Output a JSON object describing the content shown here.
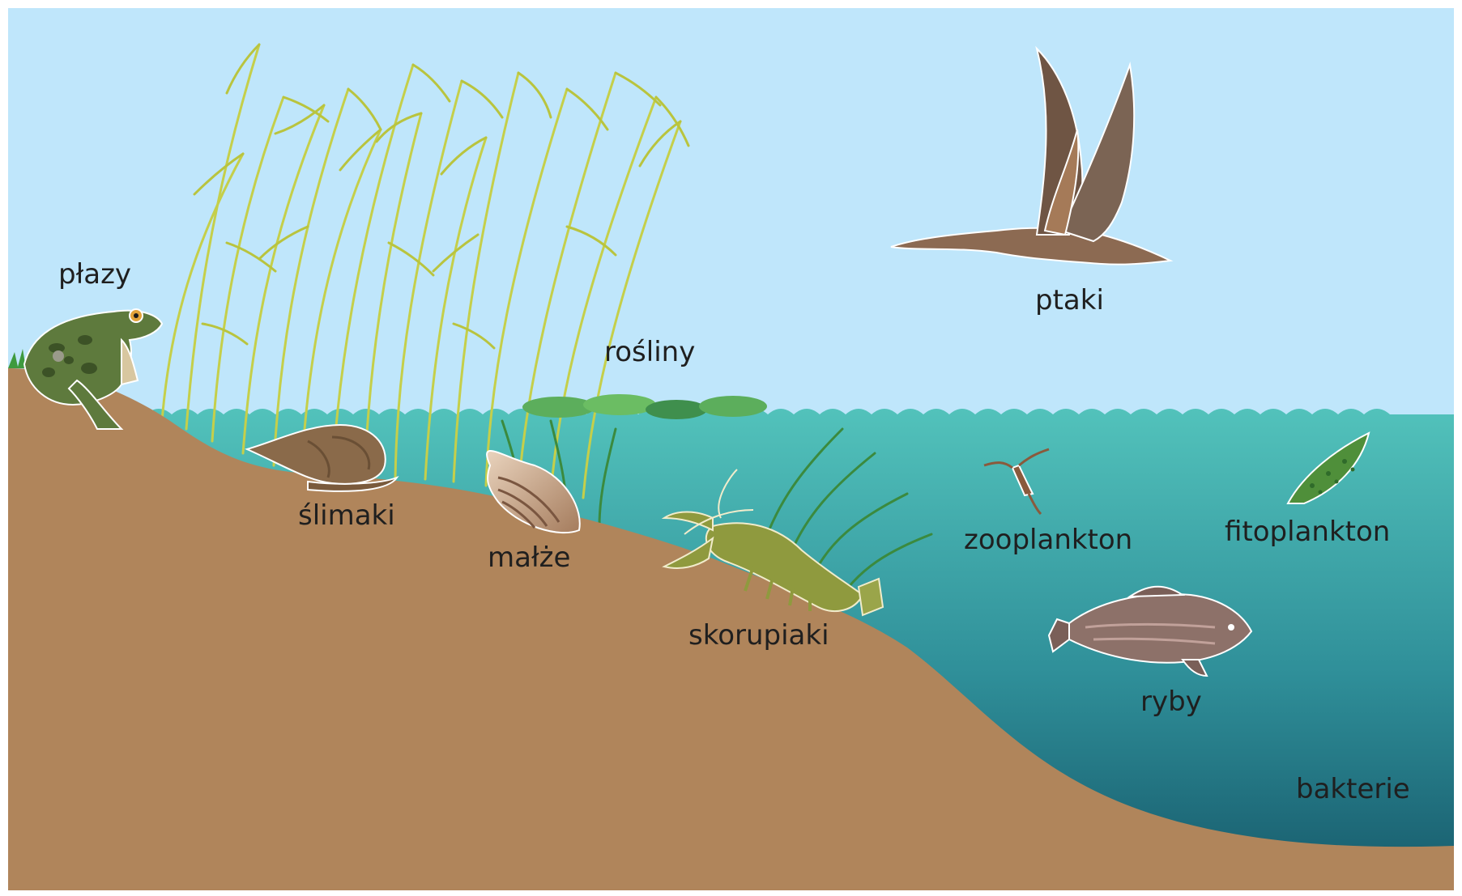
{
  "labels": {
    "amphibians": "płazy",
    "snails": "ślimaki",
    "mussels": "małże",
    "plants": "rośliny",
    "crustaceans": "skorupiaki",
    "birds": "ptaki",
    "zooplankton": "zooplankton",
    "phytoplankton": "fitoplankton",
    "fish": "ryby",
    "bacteria": "bakterie"
  },
  "colors": {
    "sky": "#bfe6fb",
    "water_top": "#52c2bb",
    "water_bottom": "#175a6b",
    "soil": "#b0855b",
    "reed": "#c5cf4a",
    "lily_pad": "#5cae5c",
    "frog": "#5e7a3d",
    "snail": "#8a6a4a",
    "crayfish": "#8f9a3e",
    "bird": "#8c6a52",
    "fish": "#8d7169",
    "phytoplankton": "#4f8f3a"
  }
}
